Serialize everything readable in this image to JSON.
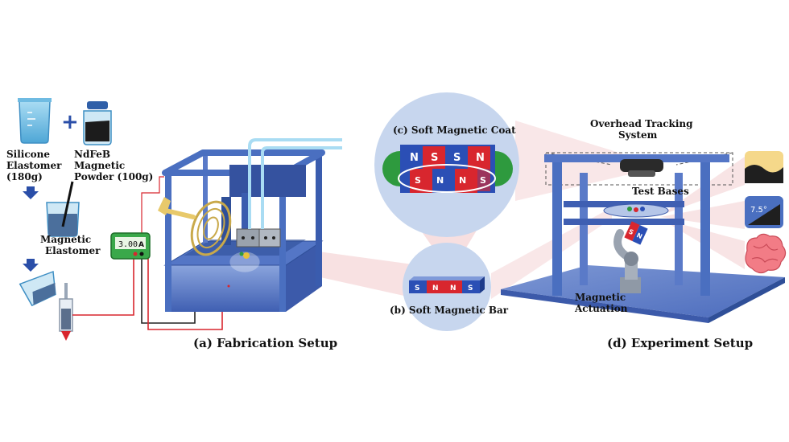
{
  "fabrication": {
    "silicone_label": [
      "Silicone",
      "Elastomer",
      "(180g)"
    ],
    "ndfeb_label": [
      "NdFeB",
      "Magnetic",
      "Powder (100g)"
    ],
    "plus_symbol": "+",
    "mix_label": [
      "Magnetic",
      "Elastomer"
    ],
    "meter_reading": "3.00",
    "meter_unit": "A",
    "caption": "(a) Fabrication Setup"
  },
  "bar": {
    "caption": "(b) Soft Magnetic Bar",
    "poles": [
      "S",
      "N",
      "N",
      "S"
    ]
  },
  "coat": {
    "caption": "(c) Soft Magnetic Coat",
    "top_poles": [
      "N",
      "S",
      "S",
      "N"
    ],
    "bottom_poles": [
      "S",
      "N",
      "N",
      "S"
    ]
  },
  "experiment": {
    "tracking_label": [
      "Overhead Tracking",
      "System"
    ],
    "bases_label": "Test Bases",
    "actuation_label": [
      "Magnetic",
      "Actuation"
    ],
    "slope_angle": "7.5°",
    "cube_letters": [
      "S",
      "N"
    ],
    "caption": "(d) Experiment Setup"
  },
  "colors": {
    "frame_blue": "#4a6fc0",
    "frame_dark": "#2f4f98",
    "red": "#d8262e",
    "blue": "#2b4fb5",
    "green": "#2e9a3e",
    "bubble": "#c7d6ee",
    "beam": "#f2c9cb"
  }
}
